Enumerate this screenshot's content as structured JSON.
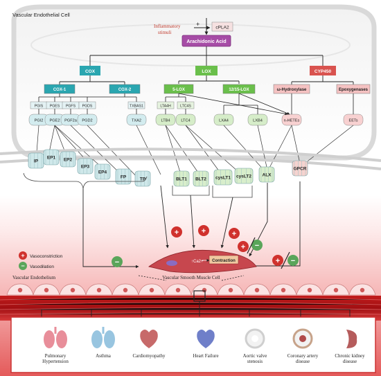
{
  "cell_label": "Vascular Endothelial Cell",
  "stimuli": "Inflammatory\nstimuli",
  "cpla2": "cPLA2",
  "arachidonic_acid": "Arachidonic Acid",
  "pathways": {
    "cox": {
      "label": "COX",
      "color": "#2aa6b0"
    },
    "lox": {
      "label": "LOX",
      "color": "#6abf4b"
    },
    "cyp": {
      "label": "CYP450",
      "color": "#d9534f"
    }
  },
  "enzymes": [
    "COX-1",
    "COX-2",
    "5-LOX",
    "12/15-LOX",
    "ω-Hydroxylase",
    "Epoxygenases"
  ],
  "synthases": [
    "PGIS",
    "PGES",
    "PGFS",
    "PGDS",
    "TXBAS1",
    "LTA4H",
    "LTC4S"
  ],
  "products": [
    "PGI2",
    "PGE2",
    "PGF2a",
    "PGD2",
    "TXA2",
    "LTB4",
    "LTC4",
    "LXA4",
    "LXB4",
    "n-HETEs",
    "EETs"
  ],
  "receptors": [
    "IP",
    "EP1",
    "EP2",
    "EP3",
    "EP4",
    "FP",
    "TP",
    "BLT1",
    "BLT2",
    "cysLT1",
    "cysLT2",
    "ALX",
    "GPCR"
  ],
  "legend": {
    "vasoconstriction": "Vasoconstriction",
    "vasodilation": "Vasodilation"
  },
  "smooth_muscle": {
    "ca_label": "↑Ca2+",
    "contraction": "Contraction",
    "title": "Vascular Smooth Muscle Cell"
  },
  "endothelium_label": "Vascular Endothelium",
  "diseases": [
    "Pulmonary\nHypertension",
    "Asthma",
    "Cardiomyopathy",
    "Heart Failure",
    "Aortic valve\nstenosis",
    "Coronary artery\ndisease",
    "Chronic kidney\ndisease"
  ],
  "colors": {
    "plus": "#d0312d",
    "minus": "#5aa55a",
    "band": "#b11818"
  }
}
